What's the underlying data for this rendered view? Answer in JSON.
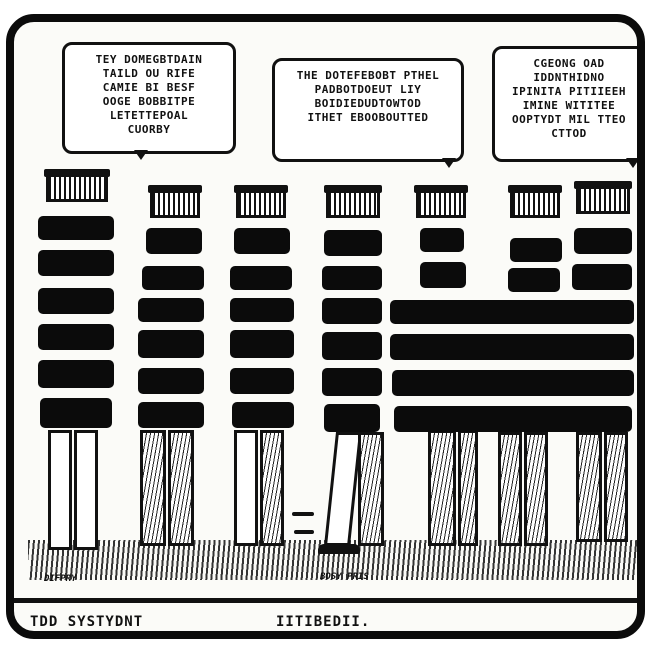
{
  "bubbles": [
    "TEY DOMEGBTDAIN\nTAILD OU RIFE\nCAMIE BI BESF\nOOGE BOBBITPE\nLETETTEPOAL\nCUORBY",
    "THE DOTEFEBOBT PTHEL\nPADBOTDOEUT LIY\nBOIDIEDUDTOWTOD\nITHET EBOOBOUTTED",
    "CGEONG OAD\nIDDNTHIDNO\nIPINITA PITIIEEH\nIMINE WITITEE\nOOPTYDT MIL TTEO\nCTTOD"
  ],
  "ground_note_left": "DIFPRY",
  "ground_note_mid": "BOSY PRIS",
  "caption_left": "TDD  SYSTYDNT",
  "caption_right": "IITIBEDII."
}
